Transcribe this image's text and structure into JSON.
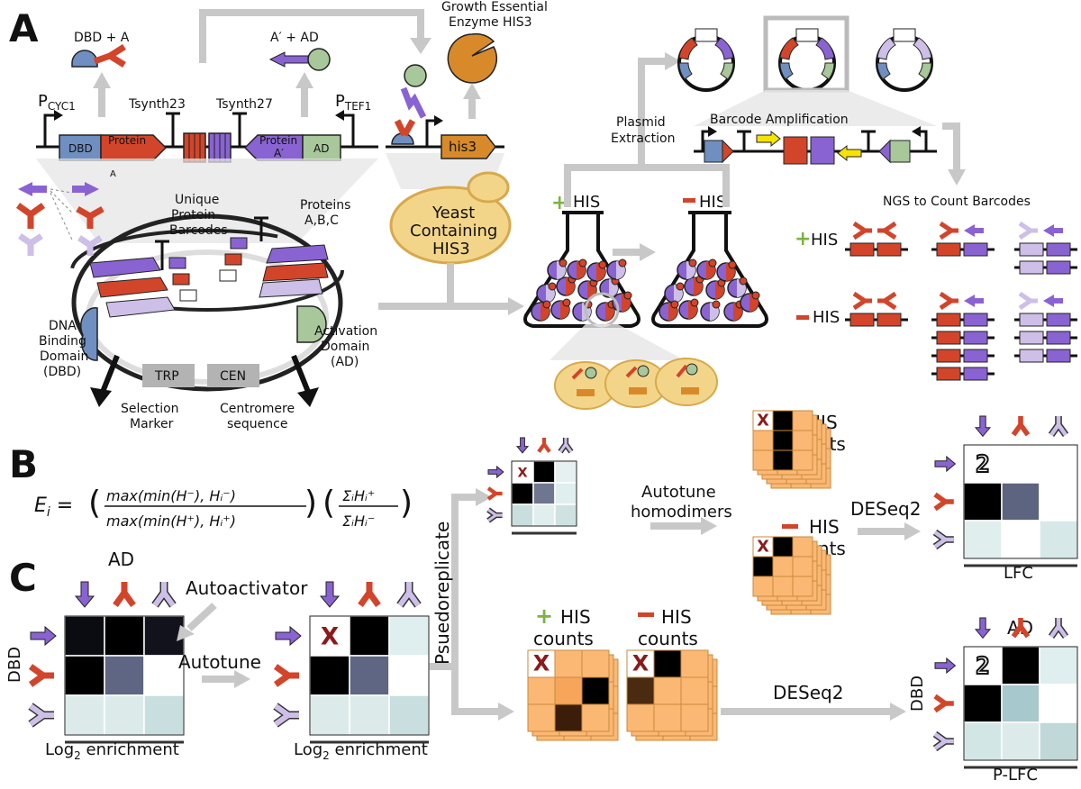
{
  "colors": {
    "blue_dbd": "#6f8fc0",
    "red_protein": "#d2452a",
    "purple_protein": "#8a63d2",
    "green_ad": "#a8c79a",
    "lavender": "#cdbfe8",
    "orange_enzyme": "#d88a2a",
    "yeast": "#f3d58a",
    "gray_arrow": "#c8c8c8",
    "dark_red_x": "#8b1a1a",
    "heat_black": "#050508",
    "heat_slate": "#5c6480",
    "heat_pale": "#dfeeee",
    "orange_count": "#fbb874"
  },
  "panels": {
    "a": "A",
    "b": "B",
    "c": "C"
  },
  "panel_a": {
    "dbd_plus_a": "DBD + A",
    "a_prime_plus_ad": "A′ + AD",
    "growth_enzyme_line1": "Growth Essential",
    "growth_enzyme_line2": "Enzyme HIS3",
    "p_cyc1_main": "P",
    "p_cyc1_sub": "CYC1",
    "p_tef1_main": "P",
    "p_tef1_sub": "TEF1",
    "tsynth23": "Tsynth23",
    "tsynth27": "Tsynth27",
    "dbd": "DBD",
    "protein": "Protein",
    "protein_a_prime_1": "Protein",
    "protein_a_prime_2": "A′",
    "ad": "AD",
    "his3": "his3",
    "small_a": "A",
    "unique_barcodes_1": "Unique",
    "unique_barcodes_2": "Protein",
    "unique_barcodes_3": "Barcodes",
    "proteins_abc_1": "Proteins",
    "proteins_abc_2": "A,B,C",
    "dbd_domain_1": "DNA",
    "dbd_domain_2": "Binding",
    "dbd_domain_3": "Domain",
    "dbd_domain_4": "(DBD)",
    "ad_domain_1": "Activation",
    "ad_domain_2": "Domain",
    "ad_domain_3": "(AD)",
    "trp": "TRP",
    "cen": "CEN",
    "selection_marker_1": "Selection",
    "selection_marker_2": "Marker",
    "centromere_1": "Centromere",
    "centromere_2": "sequence",
    "yeast_1": "Yeast",
    "yeast_2": "Containing",
    "yeast_3": "HIS3",
    "plus_his": "HIS",
    "minus_his": "HIS",
    "plasmid_extraction_1": "Plasmid",
    "plasmid_extraction_2": "Extraction",
    "barcode_amplification": "Barcode Amplification",
    "ngs_count": "NGS to Count Barcodes",
    "ngs_plus_his": "HIS",
    "ngs_minus_his": "HIS"
  },
  "panel_b": {
    "equation_lhs": "E",
    "equation_lhs_sub": "i",
    "num1": "max(min(H⁻), Hᵢ⁻)",
    "den1": "max(min(H⁺), Hᵢ⁺)",
    "num2": "ΣᵢHᵢ⁺",
    "den2": "ΣᵢHᵢ⁻",
    "pseudoreplicate": "Psuedoreplicate",
    "autotune_homodimers_1": "Autotune",
    "autotune_homodimers_2": "homodimers",
    "plus_his_counts_1": "HIS",
    "plus_his_counts_2": "counts",
    "minus_his_counts_1": "HIS",
    "minus_his_counts_2": "counts",
    "deseq2": "DESeq2",
    "lfc": "LFC",
    "two": "2"
  },
  "panel_c": {
    "ad": "AD",
    "dbd": "DBD",
    "autoactivator": "Autoactivator",
    "autotune": "Autotune",
    "log2_enrichment_1": "Log",
    "log2_sub": "2",
    "log2_enrichment_2": " enrichment",
    "plus_his_counts_1": "HIS",
    "plus_his_counts_2": "counts",
    "minus_his_counts_1": "HIS",
    "minus_his_counts_2": "counts",
    "deseq2": "DESeq2",
    "ad_right": "AD",
    "dbd_right": "DBD",
    "p_lfc": "P-LFC",
    "two": "2"
  },
  "heatmaps": {
    "c_left": [
      [
        "#0b0b12",
        "#000000",
        "#12121c"
      ],
      [
        "#000000",
        "#5e6684",
        "#ffffff"
      ],
      [
        "#dcebea",
        "#dcebea",
        "#c9dede"
      ]
    ],
    "c_mid": [
      [
        "#ffffff",
        "#000000",
        "#dfeeee"
      ],
      [
        "#000000",
        "#5e6684",
        "#ffffff"
      ],
      [
        "#dcebea",
        "#dcebea",
        "#c9dede"
      ]
    ],
    "lfc": [
      [
        "#ffffff",
        "#ffffff",
        "#ffffff"
      ],
      [
        "#000000",
        "#5c6480",
        "#ffffff"
      ],
      [
        "#e0eeee",
        "#ffffff",
        "#d6e8e8"
      ]
    ],
    "plfc": [
      [
        "#ffffff",
        "#000000",
        "#dfeeee"
      ],
      [
        "#000000",
        "#a7c8cc",
        "#ffffff"
      ],
      [
        "#d3e6e6",
        "#dcebea",
        "#c0d8d8"
      ]
    ],
    "b_small": [
      [
        "#ffffff",
        "#000000",
        "#e6f0f0"
      ],
      [
        "#000000",
        "#6f7690",
        "#dfeeee"
      ],
      [
        "#c9dede",
        "#e0eeee",
        "#cfe2e2"
      ]
    ]
  }
}
